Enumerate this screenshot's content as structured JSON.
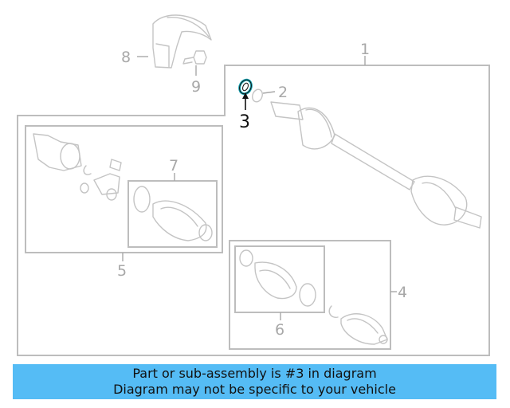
{
  "callouts": {
    "c1": "1",
    "c2": "2",
    "c3": "3",
    "c4": "4",
    "c5": "5",
    "c6": "6",
    "c7": "7",
    "c8": "8",
    "c9": "9"
  },
  "highlight": {
    "part_number": "3",
    "color": "#1aa9b8"
  },
  "banner": {
    "line1": "Part or sub-assembly is #3 in diagram",
    "line2": "Diagram may not be specific to your vehicle",
    "background": "#55bcf5"
  }
}
